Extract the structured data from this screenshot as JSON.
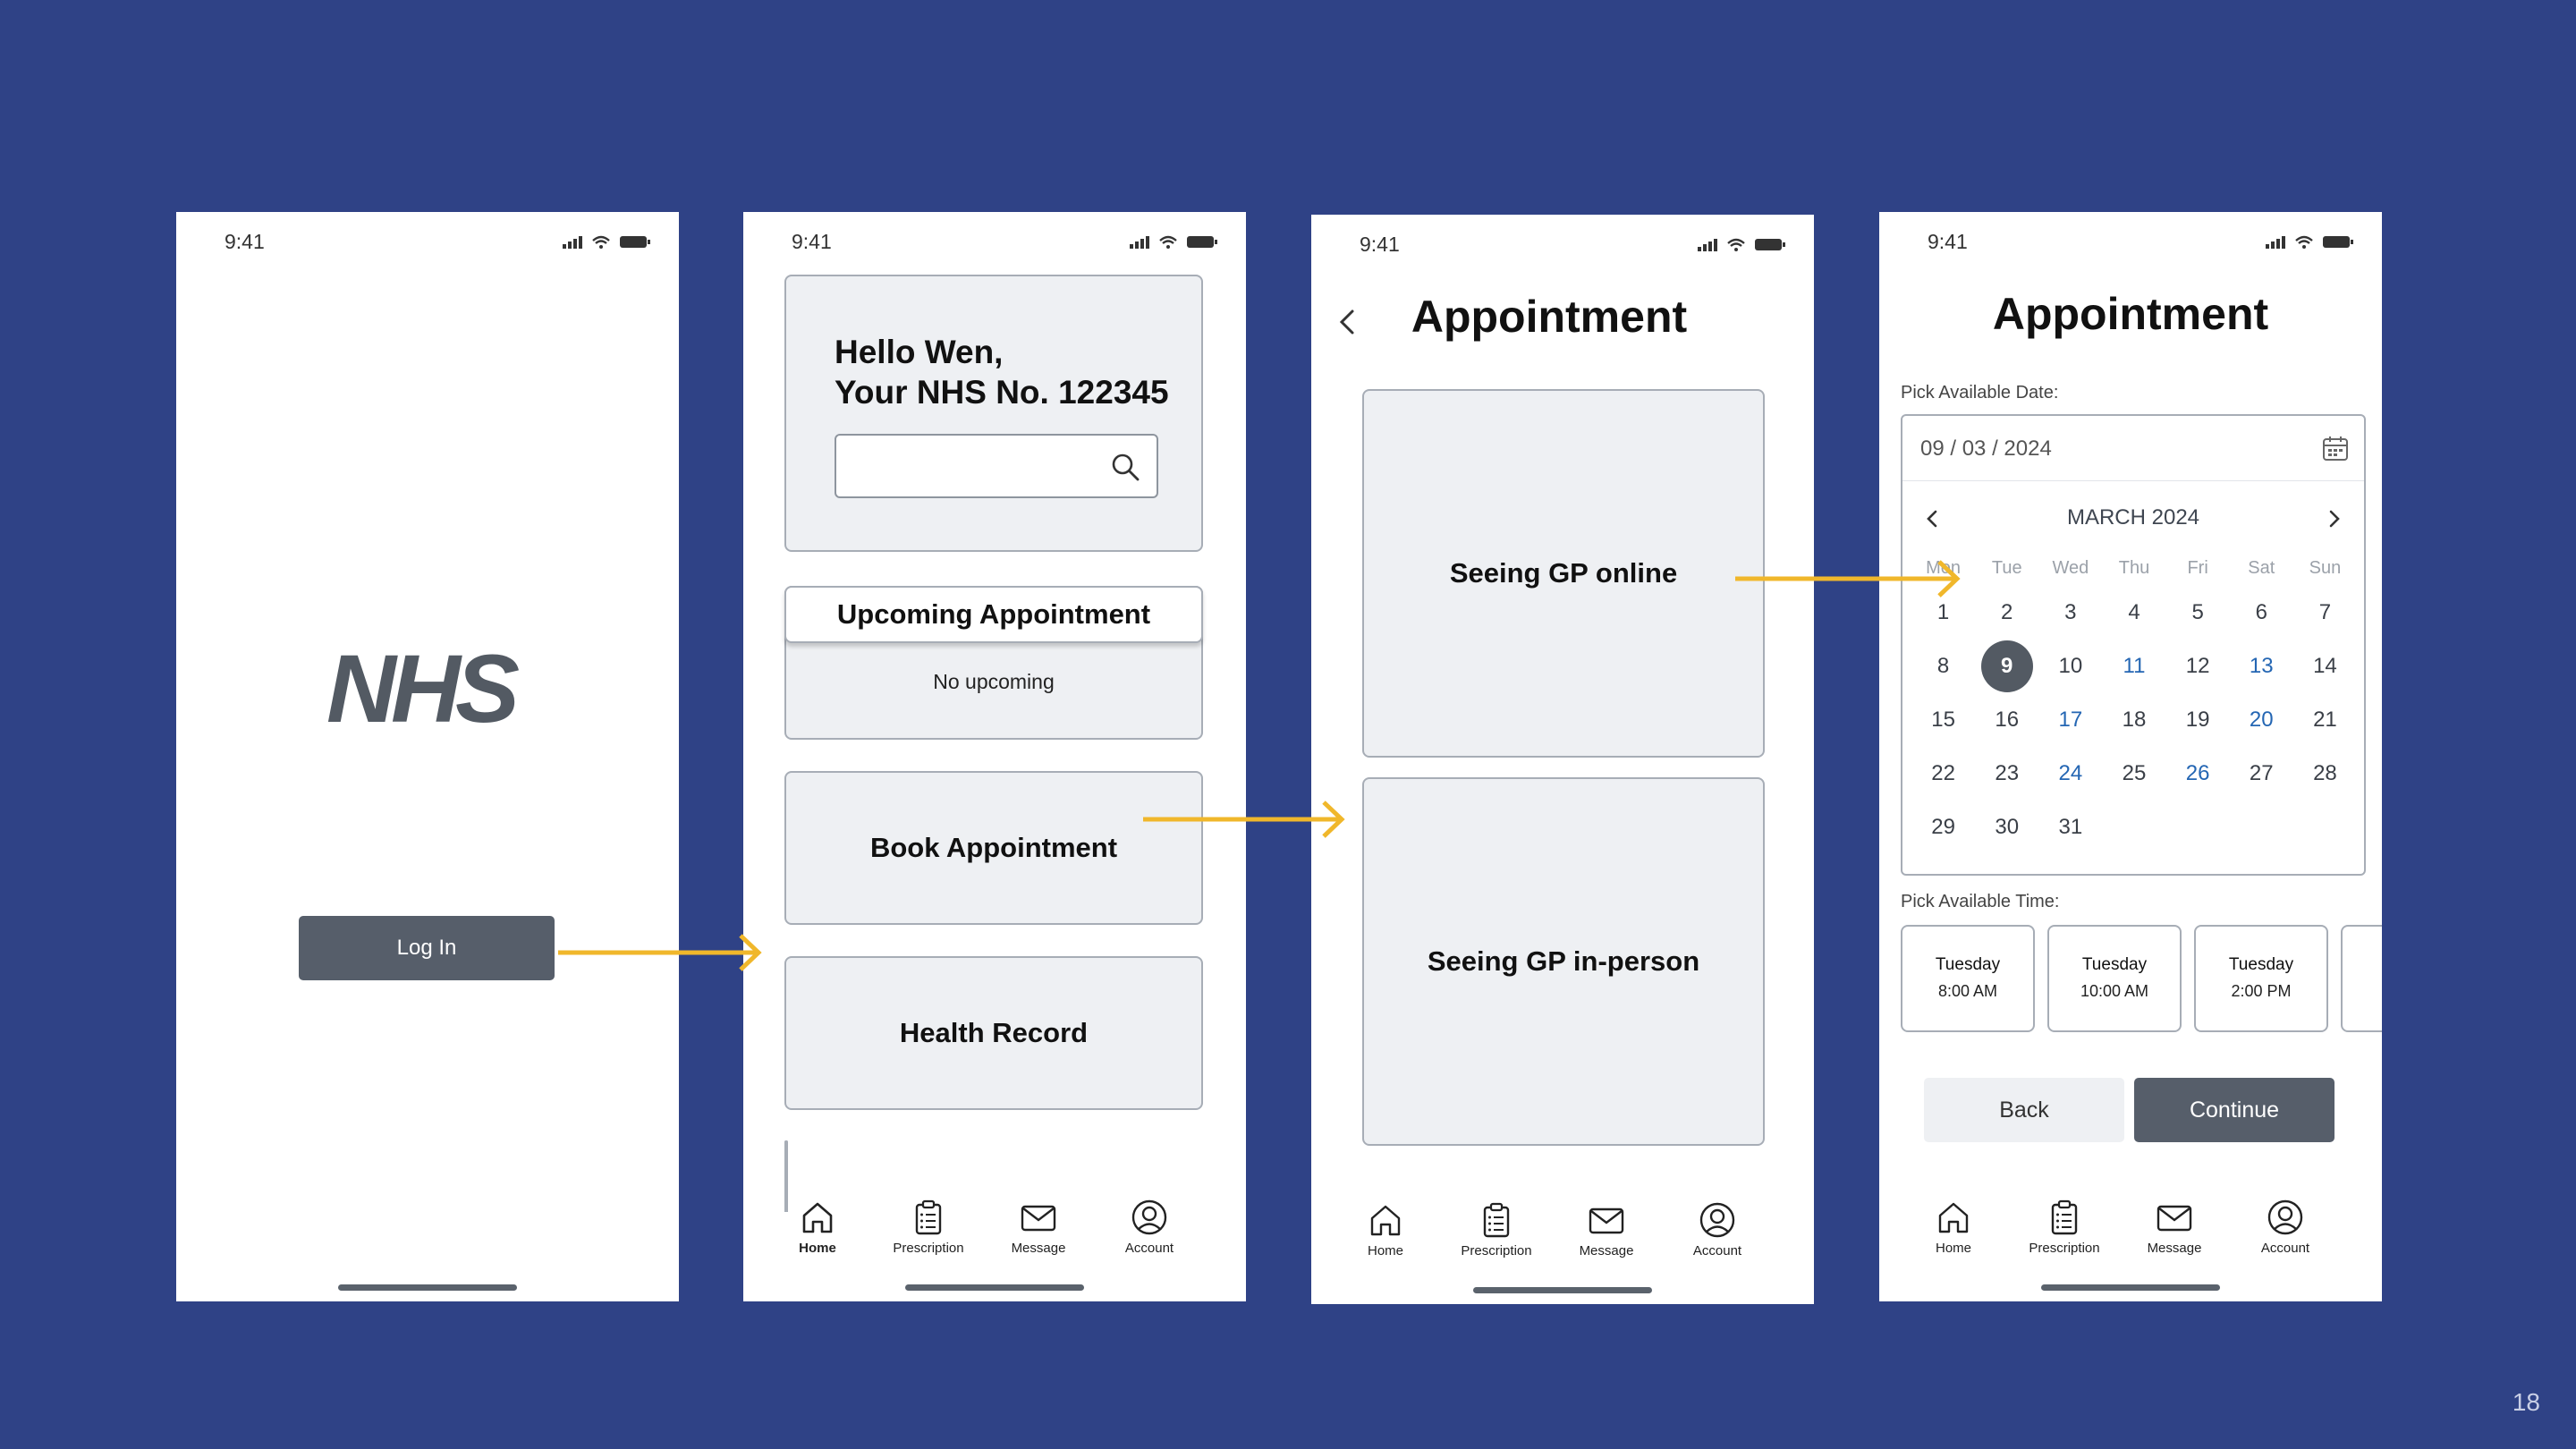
{
  "status": {
    "time": "9:41"
  },
  "screen1": {
    "logo": "NHS",
    "login_label": "Log In"
  },
  "screen2": {
    "greeting_line1": "Hello Wen,",
    "greeting_line2": "Your NHS No. 122345",
    "search_placeholder": "",
    "upcoming_title": "Upcoming Appointment",
    "upcoming_body": "No upcoming",
    "book_label": "Book Appointment",
    "health_label": "Health Record"
  },
  "nav": {
    "home": "Home",
    "prescription": "Prescription",
    "message": "Message",
    "account": "Account"
  },
  "screen3": {
    "title": "Appointment",
    "online_label": "Seeing GP online",
    "inperson_label": "Seeing GP in-person"
  },
  "screen4": {
    "title": "Appointment",
    "date_label": "Pick Available Date:",
    "date_value": "09 / 03 / 2024",
    "month_label": "MARCH 2024",
    "weekdays": [
      "Mon",
      "Tue",
      "Wed",
      "Thu",
      "Fri",
      "Sat",
      "Sun"
    ],
    "selected_day": 9,
    "available_days": [
      11,
      13,
      17,
      20,
      24,
      26
    ],
    "weeks": [
      [
        1,
        2,
        3,
        4,
        5,
        6,
        7
      ],
      [
        8,
        9,
        10,
        11,
        12,
        13,
        14
      ],
      [
        15,
        16,
        17,
        18,
        19,
        20,
        21
      ],
      [
        22,
        23,
        24,
        25,
        26,
        27,
        28
      ],
      [
        29,
        30,
        31
      ]
    ],
    "time_label": "Pick Available Time:",
    "time_slots": [
      {
        "day": "Tuesday",
        "time": "8:00 AM"
      },
      {
        "day": "Tuesday",
        "time": "10:00 AM"
      },
      {
        "day": "Tuesday",
        "time": "2:00 PM"
      }
    ],
    "back_label": "Back",
    "continue_label": "Continue"
  },
  "page_number": "18",
  "colors": {
    "background": "#2f4286",
    "arrow": "#f0b72b",
    "primary_button": "#565e6a",
    "available_date": "#2466b3"
  }
}
